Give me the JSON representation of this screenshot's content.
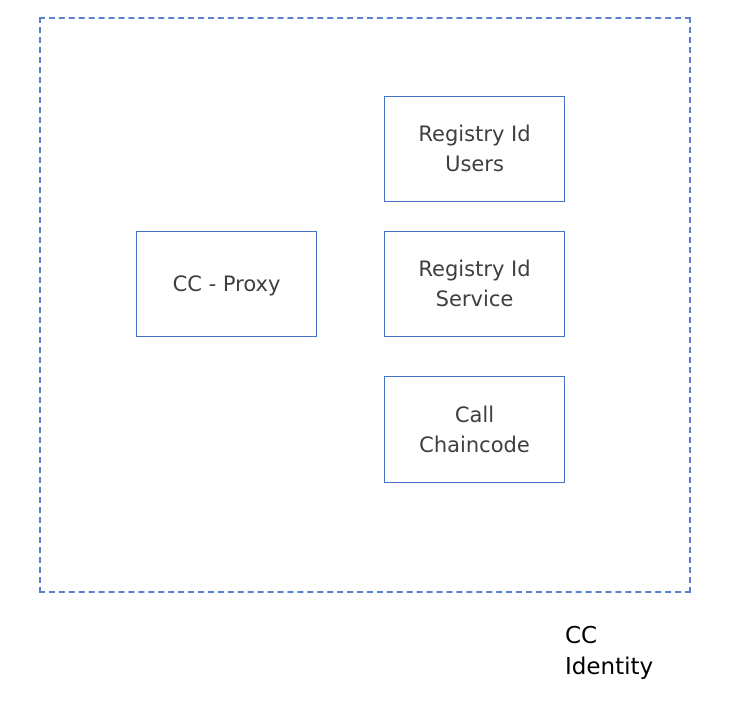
{
  "diagram": {
    "boundary": {
      "style": "dashed",
      "border_color": "#5b7fd0"
    },
    "nodes": [
      {
        "id": "registry-id-users",
        "label": "Registry Id\nUsers"
      },
      {
        "id": "cc-proxy",
        "label": "CC - Proxy"
      },
      {
        "id": "registry-id-service",
        "label": "Registry Id\nService"
      },
      {
        "id": "call-chaincode",
        "label": "Call\nChaincode"
      }
    ],
    "caption": "CC\nIdentity",
    "colors": {
      "node_border": "#4472c4",
      "node_text": "#3f3f3f",
      "caption_text": "#000000",
      "background": "#ffffff"
    }
  }
}
